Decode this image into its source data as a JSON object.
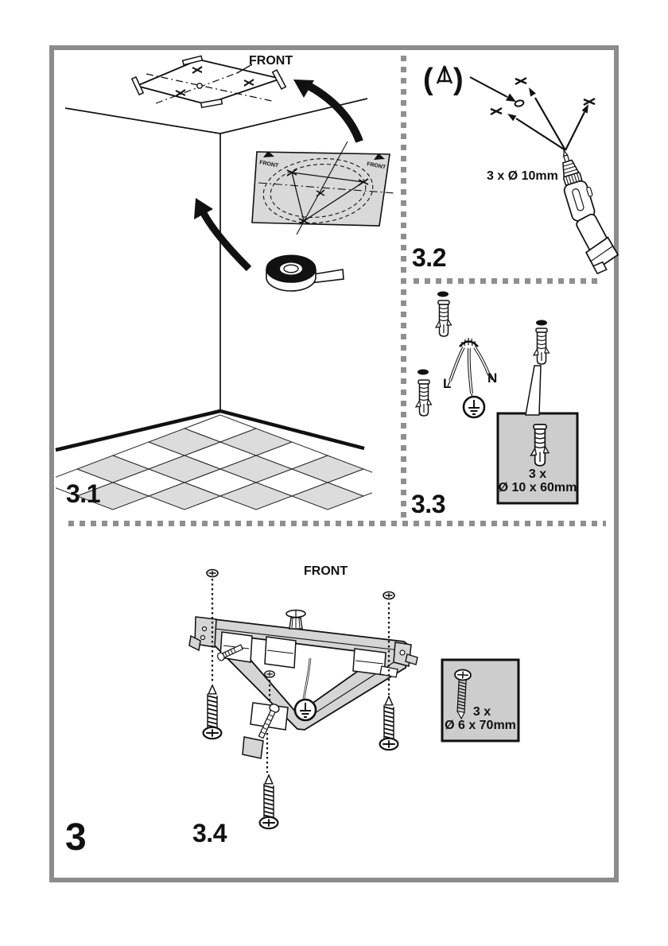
{
  "page_number": "3",
  "sections": {
    "s31": {
      "label": "3.1",
      "ceiling_front": "FRONT",
      "sheet_front_left": "FRONT",
      "sheet_front_right": "FRONT"
    },
    "s32": {
      "label": "3.2",
      "drill_spec": "3 x Ø 10mm",
      "paren_open": "(",
      "paren_close": ")"
    },
    "s33": {
      "label": "3.3",
      "wire_live": "L",
      "wire_neutral": "N",
      "callout_qty": "3 x",
      "callout_size": "Ø 10 x 60mm"
    },
    "s34": {
      "label": "3.4",
      "front": "FRONT",
      "callout_qty": "3 x",
      "callout_size": "Ø 6 x 70mm"
    }
  }
}
